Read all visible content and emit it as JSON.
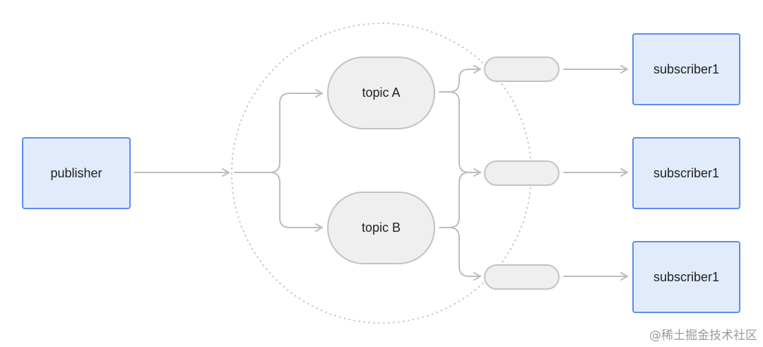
{
  "publisher": {
    "label": "publisher"
  },
  "topics": [
    {
      "label": "topic A"
    },
    {
      "label": "topic B"
    }
  ],
  "subscribers": [
    {
      "label": "subscriber1"
    },
    {
      "label": "subscriber1"
    },
    {
      "label": "subscriber1"
    }
  ],
  "watermark": "@稀土掘金技术社区",
  "colors": {
    "node_fill": "#e2ebfc",
    "node_border": "#5b8ef0",
    "topic_fill": "#efefef",
    "topic_border": "#c2c2c2",
    "connector": "#bdbdbd"
  }
}
